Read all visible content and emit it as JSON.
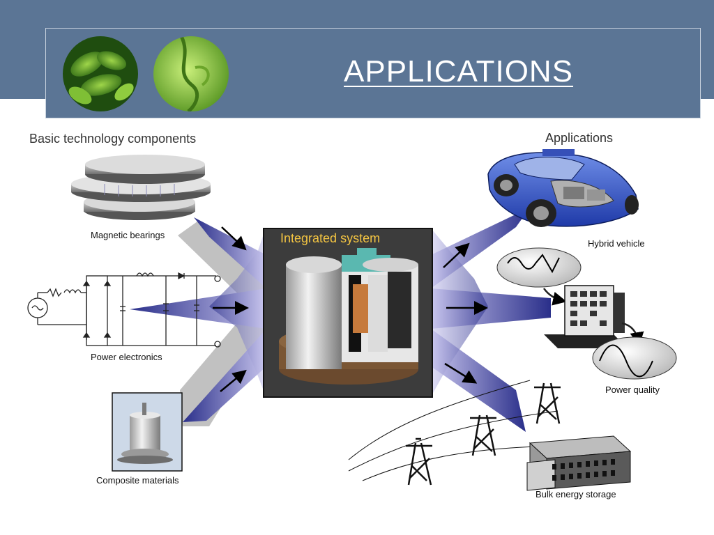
{
  "slide": {
    "title": "APPLICATIONS"
  },
  "colors": {
    "header_band": "#5b7595",
    "title_text": "#ffffff",
    "burst_dark": "#2a2f8a",
    "burst_light": "#c9c6ee",
    "integrated_label": "#f4c542"
  },
  "diagram": {
    "left_heading": "Basic technology components",
    "right_heading": "Applications",
    "center_label": "Integrated system",
    "components": [
      {
        "label": "Magnetic bearings",
        "icon": "magnetic-bearings-icon"
      },
      {
        "label": "Power electronics",
        "icon": "circuit-schematic-icon"
      },
      {
        "label": "Composite materials",
        "icon": "flywheel-rotor-photo"
      }
    ],
    "applications": [
      {
        "label": "Hybrid vehicle",
        "icon": "car-icon"
      },
      {
        "label": "Power quality",
        "icon": "waveform-computer-icon"
      },
      {
        "label": "Bulk energy storage",
        "icon": "power-tower-building-icon"
      }
    ]
  }
}
